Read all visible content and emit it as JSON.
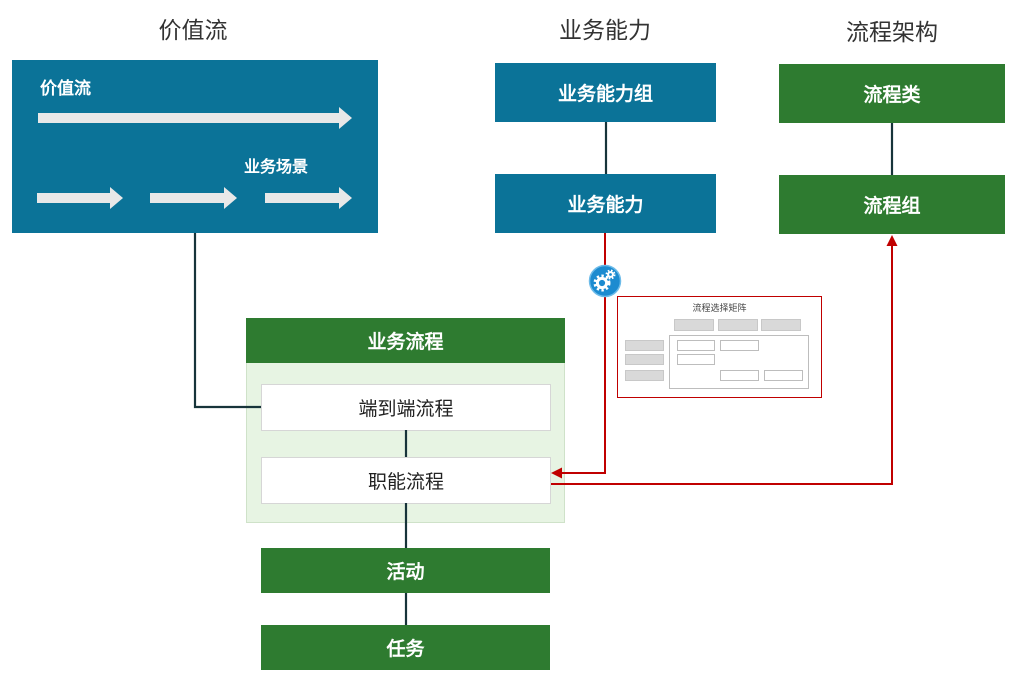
{
  "headers": {
    "value_stream": "价值流",
    "business_capability": "业务能力",
    "process_architecture": "流程架构"
  },
  "value_stream_box": {
    "title": "价值流",
    "scenario_label": "业务场景"
  },
  "capability": {
    "group": "业务能力组",
    "capability": "业务能力"
  },
  "process_arch": {
    "category": "流程类",
    "group": "流程组"
  },
  "business_process": {
    "title": "业务流程",
    "end_to_end": "端到端流程",
    "functional": "职能流程"
  },
  "activity": "活动",
  "task": "任务",
  "matrix": {
    "title": "流程选择矩阵"
  },
  "icons": {
    "capability_link": "gears-icon",
    "value_stream_arrows": "right-arrow-icon"
  },
  "colors": {
    "blue": "#0b7398",
    "green": "#2e7b30",
    "light_green": "#e7f4e3",
    "connector": "#17343a",
    "red": "#c00000",
    "arrow": "#e8e8e8"
  }
}
